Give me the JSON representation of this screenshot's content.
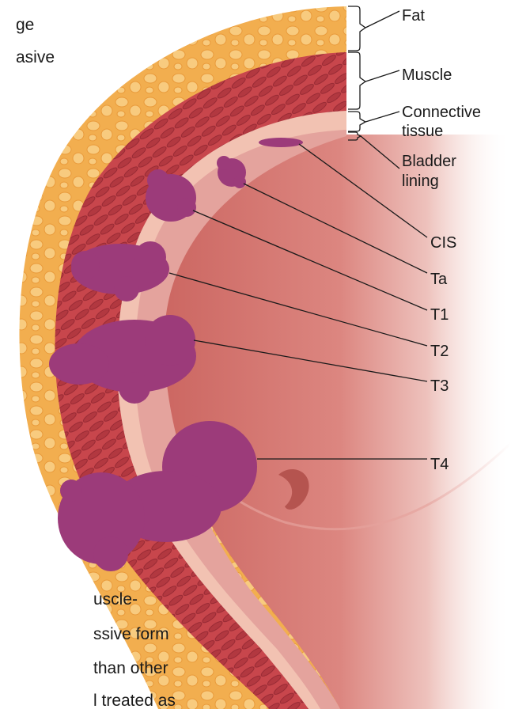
{
  "intro_text": {
    "line1": "ge",
    "line2": "asive"
  },
  "layers": {
    "fat": "Fat",
    "muscle": "Muscle",
    "connective_line1": "Connective",
    "connective_line2": "tissue",
    "lining_line1": "Bladder",
    "lining_line2": "lining"
  },
  "stages": {
    "cis": "CIS",
    "ta": "Ta",
    "t1": "T1",
    "t2": "T2",
    "t3": "T3",
    "t4": "T4"
  },
  "bottom_text": {
    "line1": "uscle-",
    "line2": "ssive form",
    "line3": "than other",
    "line4": "l treated as"
  },
  "colors": {
    "fat": "#f4b65a",
    "fat_globule": "#f9d08a",
    "muscle": "#c84a4e",
    "connective": "#f3c4b4",
    "lining": "#e8a6a0",
    "interior": "#d97a72",
    "tumor": "#9c3b7a"
  }
}
